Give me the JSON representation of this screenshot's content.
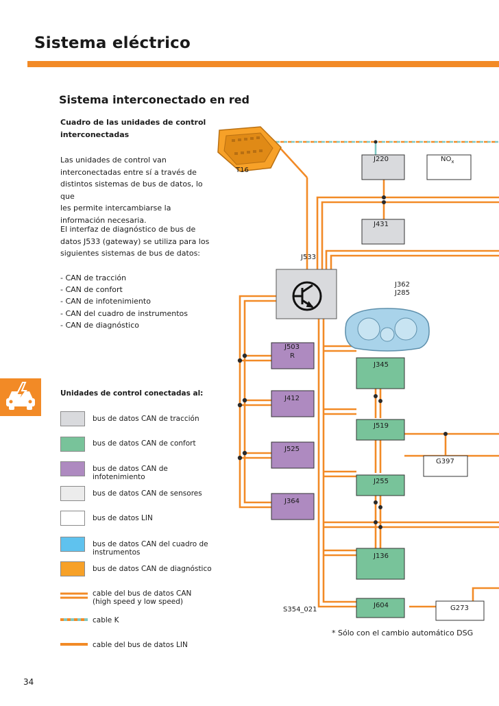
{
  "header": {
    "title": "Sistema eléctrico"
  },
  "colors": {
    "accent": "#f28a26",
    "can_traccion": "#d9dadd",
    "can_confort": "#78c39a",
    "can_infotenimiento": "#ae8ac0",
    "can_sensores": "#ececec",
    "lin": "#ffffff",
    "can_instrumentos": "#5fc2ee",
    "can_diagnostico": "#f7a128",
    "cable_k": "#7fc7c2"
  },
  "section": {
    "title": "Sistema interconectado en red",
    "subtitle_line1": "Cuadro de las unidades de control",
    "subtitle_line2": "interconectadas",
    "para1": [
      "Las unidades de control van",
      "interconectadas entre sí a través de",
      "distintos sistemas de bus de datos, lo que",
      "les permite intercambiarse la",
      "información necesaria."
    ],
    "para2": [
      "El interfaz de diagnóstico de bus de",
      "datos J533 (gateway) se utiliza para los",
      "siguientes sistemas de bus de datos:"
    ],
    "bullets": [
      "-  CAN de tracción",
      "-  CAN de confort",
      "-  CAN de infotenimiento",
      "-  CAN del cuadro de instrumentos",
      "-  CAN de diagnóstico"
    ]
  },
  "legend": {
    "title": "Unidades de control conectadas  al:",
    "items": [
      {
        "label": "bus de datos CAN de tracción",
        "color": "#d9dadd"
      },
      {
        "label": "bus de datos CAN de confort",
        "color": "#78c39a"
      },
      {
        "label": "bus de datos CAN de infotenimiento",
        "color": "#ae8ac0"
      },
      {
        "label": "bus de datos CAN de sensores",
        "color": "#ececec"
      },
      {
        "label": "bus de datos LIN",
        "color": "#ffffff"
      },
      {
        "label_line1": "bus de datos CAN del cuadro de",
        "label_line2": "instrumentos",
        "color": "#5fc2ee"
      },
      {
        "label": "bus de datos CAN de diagnóstico",
        "color": "#f7a128"
      }
    ],
    "cables": {
      "can_line1": "cable del bus de datos CAN",
      "can_line2": "(high speed y low speed)",
      "k": "cable K",
      "lin": "cable del bus de datos LIN"
    }
  },
  "diagram": {
    "connector": "T16",
    "gateway": "J533",
    "units": {
      "J220": "J220",
      "NOx": "NO",
      "NOx_sub": "x",
      "J431": "J431",
      "J362": "J362",
      "J285": "J285",
      "J503a": "J503",
      "J503b": "R",
      "J345": "J345",
      "J412": "J412",
      "J519": "J519",
      "J525": "J525",
      "G397": "G397",
      "J255": "J255",
      "J364": "J364",
      "J136": "J136",
      "J604": "J604",
      "G273": "G273"
    },
    "figure_id": "S354_021",
    "footnote": "* Sólo con el cambio automático DSG"
  },
  "page_number": "34",
  "icons": {
    "side_tab": "car-electric-icon"
  }
}
